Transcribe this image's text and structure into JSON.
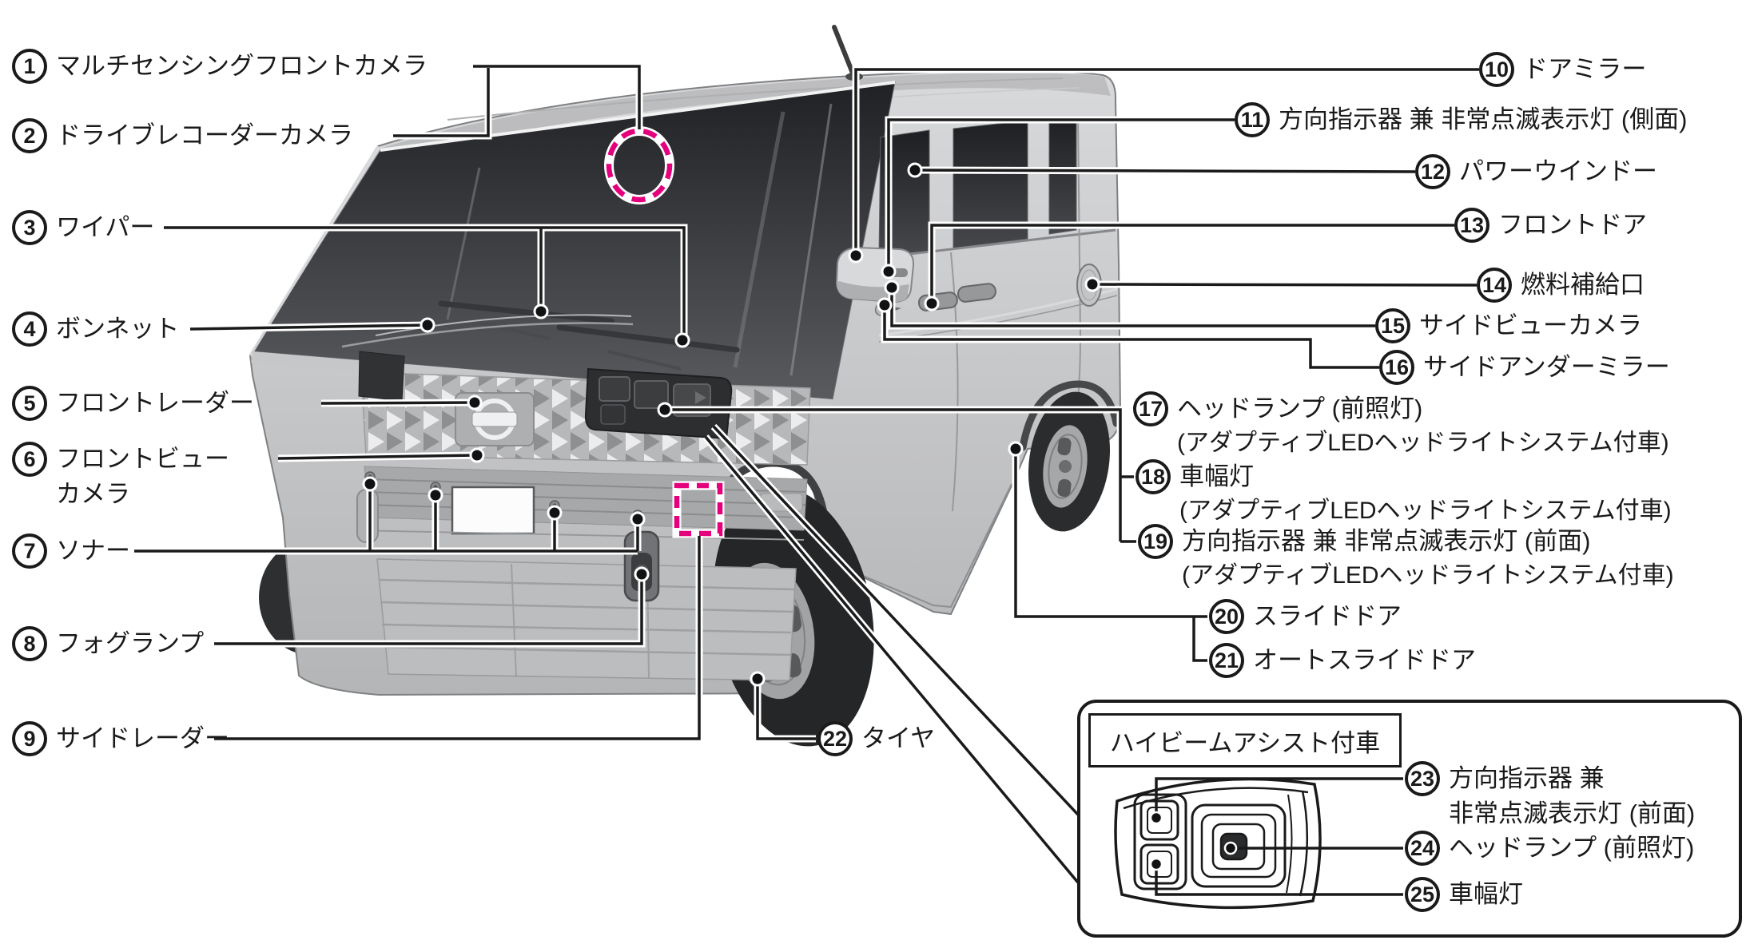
{
  "page": {
    "background": "#ffffff"
  },
  "colors": {
    "line": "#1a1a1a",
    "marker_pink": "#e4007d",
    "body_gray": "#c9cacc",
    "glass_dark": "#2b2c2e"
  },
  "callouts": {
    "left": [
      {
        "num": "1",
        "text": "マルチセンシングフロントカメラ"
      },
      {
        "num": "2",
        "text": "ドライブレコーダーカメラ"
      },
      {
        "num": "3",
        "text": "ワイパー"
      },
      {
        "num": "4",
        "text": "ボンネット"
      },
      {
        "num": "5",
        "text": "フロントレーダー"
      },
      {
        "num": "6",
        "text": "フロントビュー\nカメラ"
      },
      {
        "num": "7",
        "text": "ソナー"
      },
      {
        "num": "8",
        "text": "フォグランプ"
      },
      {
        "num": "9",
        "text": "サイドレーダー"
      }
    ],
    "right": [
      {
        "num": "10",
        "text": "ドアミラー"
      },
      {
        "num": "11",
        "text": "方向指示器 兼 非常点滅表示灯 (側面)"
      },
      {
        "num": "12",
        "text": "パワーウインドー"
      },
      {
        "num": "13",
        "text": "フロントドア"
      },
      {
        "num": "14",
        "text": "燃料補給口"
      },
      {
        "num": "15",
        "text": "サイドビューカメラ"
      },
      {
        "num": "16",
        "text": "サイドアンダーミラー"
      },
      {
        "num": "17",
        "text": "ヘッドランプ (前照灯)",
        "note": "(アダプティブLEDヘッドライトシステム付車)"
      },
      {
        "num": "18",
        "text": "車幅灯",
        "note": "(アダプティブLEDヘッドライトシステム付車)"
      },
      {
        "num": "19",
        "text": "方向指示器 兼 非常点滅表示灯 (前面)",
        "note": "(アダプティブLEDヘッドライトシステム付車)"
      },
      {
        "num": "20",
        "text": "スライドドア"
      },
      {
        "num": "21",
        "text": "オートスライドドア"
      },
      {
        "num": "22",
        "text": "タイヤ"
      }
    ],
    "inset": {
      "title": "ハイビームアシスト付車",
      "items": [
        {
          "num": "23",
          "text": "方向指示器 兼\n非常点滅表示灯 (前面)"
        },
        {
          "num": "24",
          "text": "ヘッドランプ (前照灯)"
        },
        {
          "num": "25",
          "text": "車幅灯"
        }
      ]
    }
  }
}
